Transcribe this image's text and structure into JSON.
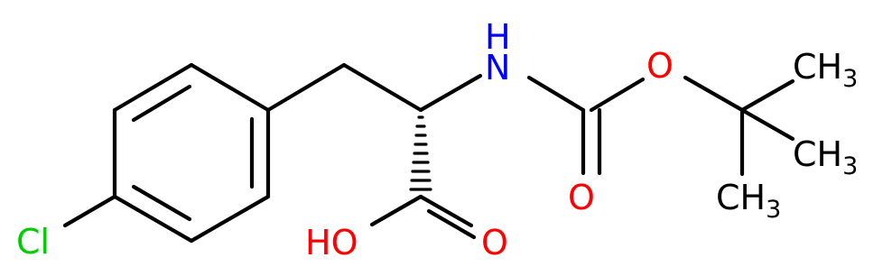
{
  "molecule": {
    "atoms": {
      "cl": "Cl",
      "nh": "H",
      "n": "N",
      "ester_o": "O",
      "carbonyl_o": "O",
      "hydroxyl": "HO",
      "acid_o": "O",
      "methyl_c": "CH",
      "methyl_sub": "3"
    },
    "colors": {
      "bond": "#000000",
      "carbon": "#000000",
      "nitrogen": "#0000ff",
      "oxygen": "#ff0000",
      "chlorine": "#00cc00"
    }
  }
}
